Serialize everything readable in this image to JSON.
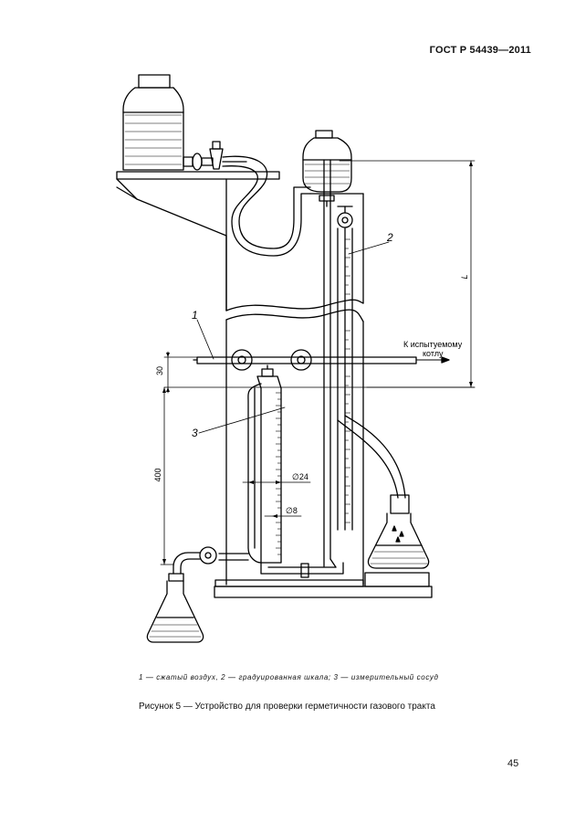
{
  "header": {
    "standard": "ГОСТ Р 54439—2011"
  },
  "figure": {
    "callouts": {
      "one": "1",
      "two": "2",
      "three": "3"
    },
    "dimensions": {
      "d30": "30",
      "d400": "400",
      "dL": "L",
      "dia24": "∅24",
      "dia8": "∅8"
    },
    "outlet_label_line1": "К испытуемому",
    "outlet_label_line2": "котлу"
  },
  "legend_text": "1 — сжатый воздух, 2 — градуированная шкала; 3 — измерительный сосуд",
  "caption_title": "Рисунок 5 — Устройство для проверки герметичности газового тракта",
  "page_number": "45"
}
